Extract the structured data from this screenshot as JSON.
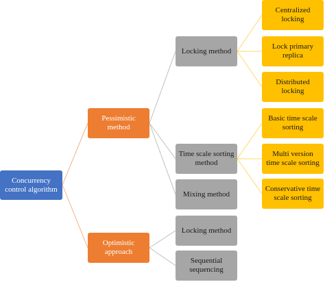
{
  "colors": {
    "root": "#4472c4",
    "level1": "#ed7d31",
    "level2": "#a6a6a6",
    "level3": "#ffc000",
    "connector_orange": "#f4b183",
    "connector_gray": "#bfbfbf",
    "connector_yellow": "#ffd966"
  },
  "root": {
    "label": "Concurrency\ncontrol algorithm"
  },
  "pessimistic": {
    "label": "Pessimistic\nmethod",
    "children": {
      "locking": {
        "label": "Locking method",
        "children": {
          "centralized": {
            "label": "Centralized\nlocking"
          },
          "primary_replica": {
            "label": "Lock primary\nreplica"
          },
          "distributed": {
            "label": "Distributed\nlocking"
          }
        }
      },
      "time_scale": {
        "label": "Time scale sorting\nmethod",
        "children": {
          "basic": {
            "label": "Basic time scale\nsorting"
          },
          "multi_version": {
            "label": "Multi version\ntime scale sorting"
          },
          "conservative": {
            "label": "Conservative time\nscale sorting"
          }
        }
      },
      "mixing": {
        "label": "Mixing method"
      }
    }
  },
  "optimistic": {
    "label": "Optimistic\napproach",
    "children": {
      "locking": {
        "label": "Locking method"
      },
      "sequential": {
        "label": "Sequential\nsequencing"
      }
    }
  }
}
